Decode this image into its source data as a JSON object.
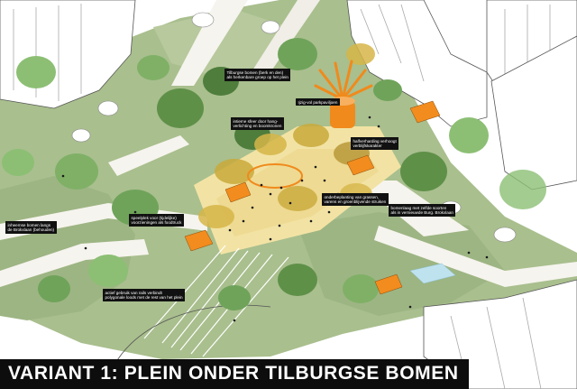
{
  "title": "VARIANT 1: PLEIN ONDER TILBURGSE BOMEN",
  "annotations": [
    {
      "id": "tilburgse-bomen",
      "text": "Tilburgse bomen (berk en den)\nals herkenbare groep op het plein"
    },
    {
      "id": "parkpaviljoen",
      "text": "Ijzig-vol parkpaviljoen"
    },
    {
      "id": "intieme-sfeer",
      "text": "intieme sfeer door hang-\nverlichting en boomkronen"
    },
    {
      "id": "halfverharding",
      "text": "halfverharding verhoogt\nverblijfskarakter"
    },
    {
      "id": "onderbeplanting",
      "text": "onderbeplanting van grassen,\nvarens en groenblijvende struiken"
    },
    {
      "id": "bomenlaag",
      "text": "bomenlaag met zelfde soorten\nals in vernieuwde Burg. Brokxlaan"
    },
    {
      "id": "speelplek",
      "text": "speelplek voor (tijdelijke)\nvoorzieningen als foodtruck"
    },
    {
      "id": "inheemse-bomen",
      "text": "inheemse bomen langs\nde Brokxlaan (behouden)"
    },
    {
      "id": "actief-gebruik",
      "text": "actief gebruik van rails verbindt\npolygonale loods met de rest van het plein"
    }
  ],
  "colors": {
    "accent_orange": "#f08a1c",
    "vehicle_orange": "#f28c1e",
    "grass_green": "#a9bf8e",
    "tree_green": "#8cbf74",
    "tree_dark": "#4e7d3c",
    "path_white": "#f6f4ee",
    "plaza_yellow": "#f2e3a4",
    "water_blue": "#bfe2ef",
    "label_black": "#111111"
  }
}
